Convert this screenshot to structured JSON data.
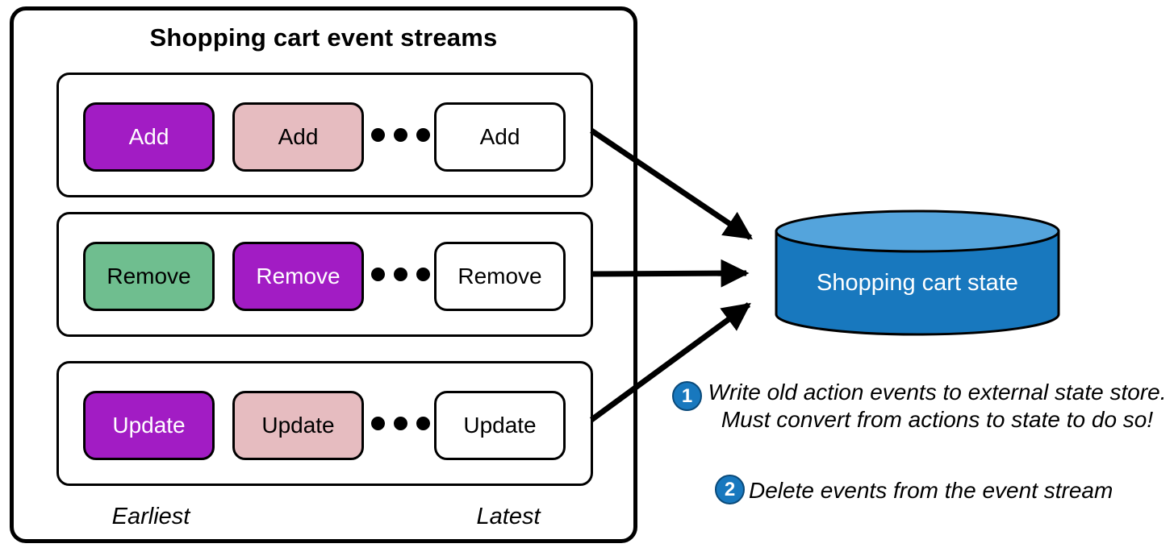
{
  "diagram": {
    "title": "Shopping cart event streams",
    "streams": [
      {
        "name": "add-stream",
        "events": [
          {
            "label": "Add",
            "bg": "#A21CC4",
            "fg": "#FFFFFF"
          },
          {
            "label": "Add",
            "bg": "#E6BCC0",
            "fg": "#000000"
          },
          {
            "label": "Add",
            "bg": "#FFFFFF",
            "fg": "#000000"
          }
        ]
      },
      {
        "name": "remove-stream",
        "events": [
          {
            "label": "Remove",
            "bg": "#6FBE8F",
            "fg": "#000000"
          },
          {
            "label": "Remove",
            "bg": "#A21CC4",
            "fg": "#FFFFFF"
          },
          {
            "label": "Remove",
            "bg": "#FFFFFF",
            "fg": "#000000"
          }
        ]
      },
      {
        "name": "update-stream",
        "events": [
          {
            "label": "Update",
            "bg": "#A21CC4",
            "fg": "#FFFFFF"
          },
          {
            "label": "Update",
            "bg": "#E6BCC0",
            "fg": "#000000"
          },
          {
            "label": "Update",
            "bg": "#FFFFFF",
            "fg": "#000000"
          }
        ]
      }
    ],
    "timeline": {
      "earliest": "Earliest",
      "latest": "Latest"
    },
    "state_store": {
      "label": "Shopping cart state",
      "body_color": "#1878BE",
      "top_color": "#54A4DC"
    },
    "annotations": [
      {
        "number": "1",
        "line1": "Write old action events to external state store.",
        "line2": "Must convert from actions to state to do so!",
        "badge_color": "#1878BE"
      },
      {
        "number": "2",
        "line1": "Delete events from the event stream",
        "line2": "",
        "badge_color": "#1878BE"
      }
    ]
  }
}
